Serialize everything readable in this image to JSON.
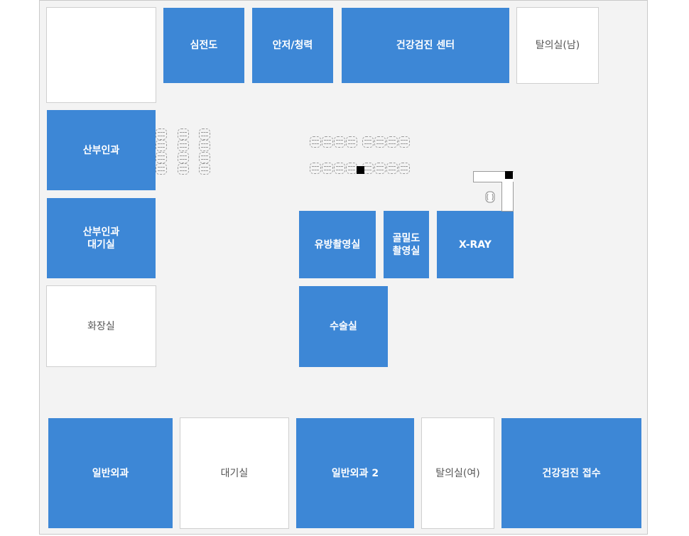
{
  "rooms": {
    "top_blank": "",
    "ecg": "심전도",
    "eye_ear": "안저/청력",
    "checkup_center": "건강검진 센터",
    "changing_male": "탈의실(남)",
    "obgyn": "산부인과",
    "obgyn_waiting": "산부인과\n대기실",
    "restroom": "화장실",
    "mammography": "유방촬영실",
    "bone_density": "골밀도\n촬영실",
    "xray": "X-RAY",
    "operating_room": "수술실",
    "general_surgery": "일반외과",
    "waiting_room": "대기실",
    "general_surgery_2": "일반외과 2",
    "changing_female": "탈의실(여)",
    "checkup_reception": "건강검진 접수"
  },
  "colors": {
    "room_blue": "#3d87d6",
    "room_white": "#ffffff",
    "floor": "#f3f3f3"
  }
}
